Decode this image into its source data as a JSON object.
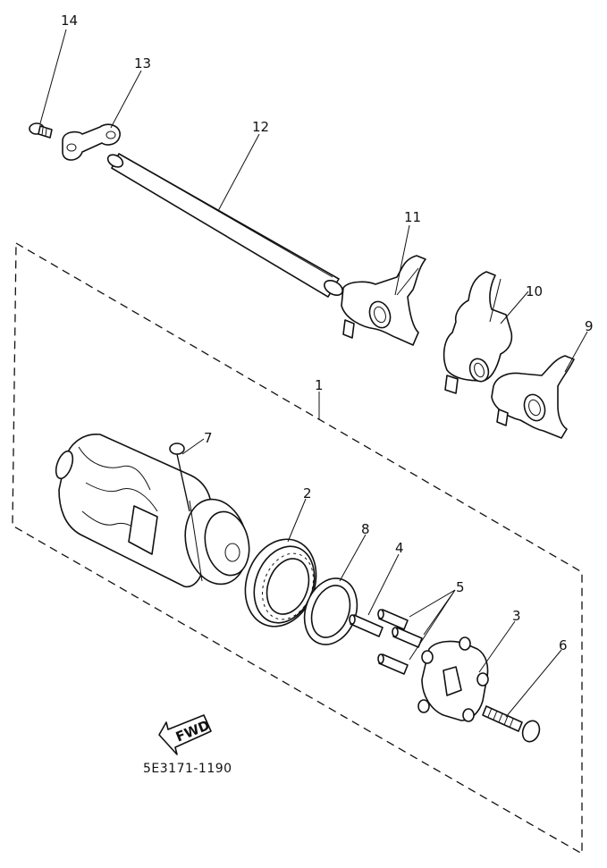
{
  "diagram": {
    "part_code": "5E3171-1190",
    "fwd_label": "FWD",
    "callouts": {
      "c1": "1",
      "c2": "2",
      "c3": "3",
      "c4": "4",
      "c5": "5",
      "c6": "6",
      "c7": "7",
      "c8": "8",
      "c9": "9",
      "c10": "10",
      "c11": "11",
      "c12": "12",
      "c13": "13",
      "c14": "14"
    }
  }
}
